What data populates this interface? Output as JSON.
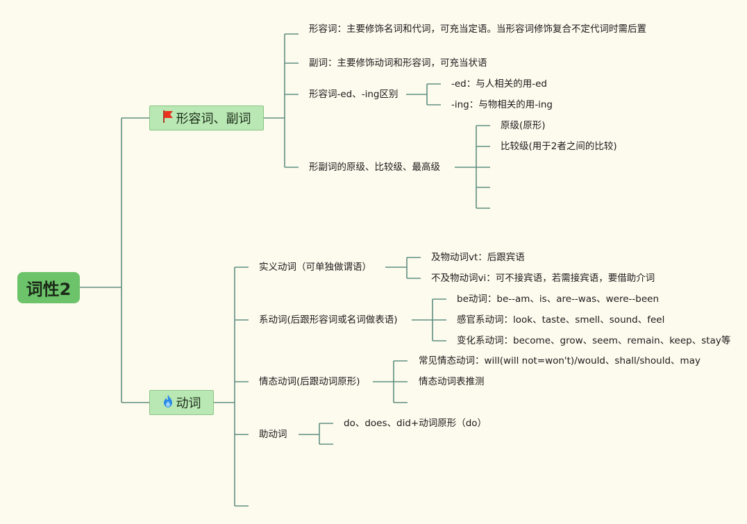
{
  "root": "词性2",
  "branches": {
    "adj": {
      "label": "形容词、副词",
      "icon": "red-flag-icon",
      "items": {
        "adj_def": "形容词：主要修饰名词和代词，可充当定语。当形容词修饰复合不定代词时需后置",
        "adv_def": "副词：主要修饰动词和形容词，可充当状语",
        "ed_ing": "形容词-ed、-ing区别",
        "ed": "-ed：与人相关的用-ed",
        "ing": "-ing：与物相关的用-ing",
        "degree": "形副词的原级、比较级、最高级",
        "positive": "原级(原形)",
        "comparative": "比较级(用于2者之间的比较)"
      }
    },
    "verb": {
      "label": "动词",
      "icon": "fire-icon",
      "items": {
        "notional": "实义动词（可单独做谓语）",
        "vt": "及物动词vt：后跟宾语",
        "vi": "不及物动词vi：可不接宾语，若需接宾语，要借助介词",
        "linking": "系动词(后跟形容词或名词做表语)",
        "be": "be动词：be--am、is、are--was、were--been",
        "sense": "感官系动词：look、taste、smell、sound、feel",
        "change": "变化系动词：become、grow、seem、remain、keep、stay等",
        "modal": "情态动词(后跟动词原形)",
        "common_modal": "常见情态动词：will(will not=won't)/would、shall/should、may",
        "modal_guess": "情态动词表推测",
        "aux": "助动词",
        "do": "do、does、did+动词原形（do）"
      }
    }
  },
  "colors": {
    "root_fill": "#6cc36a",
    "branch_fill": "#b9e8b4",
    "line": "#5f8f80",
    "background": "#fdfbee"
  }
}
